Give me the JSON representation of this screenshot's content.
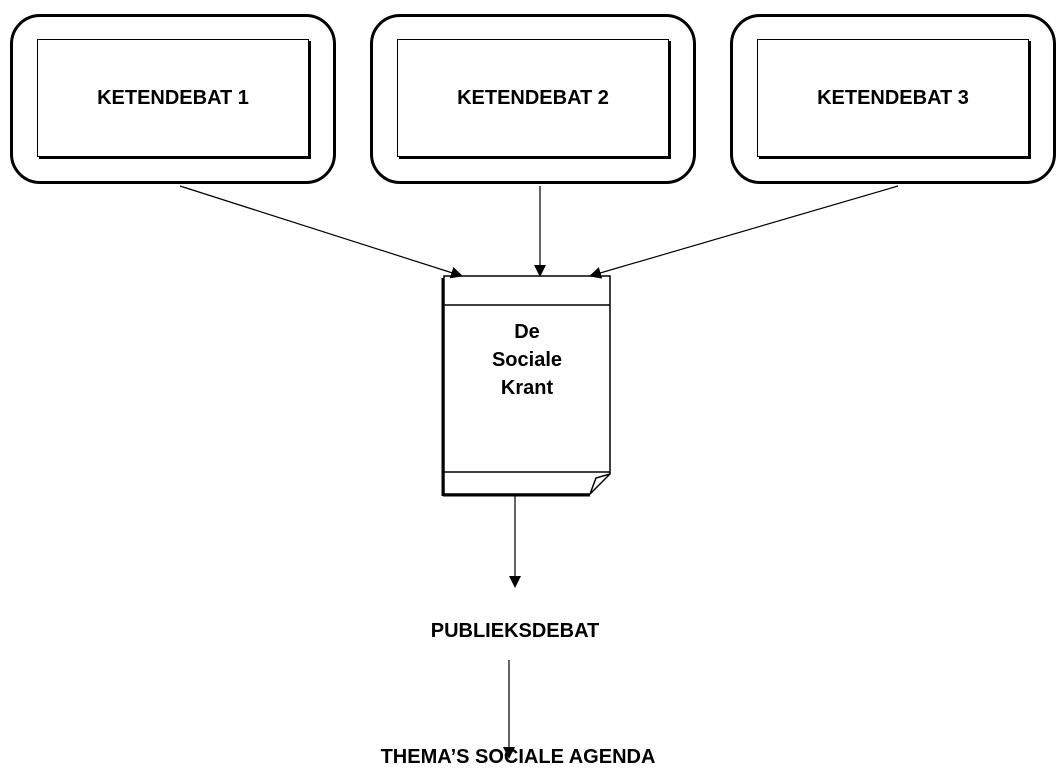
{
  "diagram": {
    "sources": [
      {
        "label": "KETENDEBAT 1"
      },
      {
        "label": "KETENDEBAT 2"
      },
      {
        "label": "KETENDEBAT 3"
      }
    ],
    "newspaper": {
      "lines": [
        "De",
        "Sociale",
        "Krant"
      ]
    },
    "public_debate": "PUBLIEKSDEBAT",
    "agenda": "THEMA’S SOCIALE AGENDA"
  },
  "edges": [
    {
      "from": "KETENDEBAT 1",
      "to": "De Sociale Krant"
    },
    {
      "from": "KETENDEBAT 2",
      "to": "De Sociale Krant"
    },
    {
      "from": "KETENDEBAT 3",
      "to": "De Sociale Krant"
    },
    {
      "from": "De Sociale Krant",
      "to": "PUBLIEKSDEBAT"
    },
    {
      "from": "PUBLIEKSDEBAT",
      "to": "THEMA’S SOCIALE AGENDA"
    }
  ]
}
